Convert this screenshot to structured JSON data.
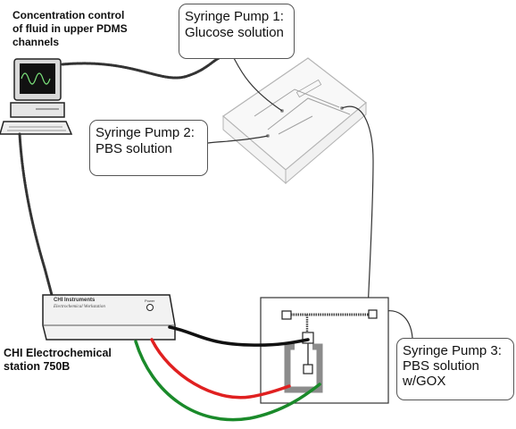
{
  "labels": {
    "concentration_control": [
      "Concentration control",
      "of fluid in upper PDMS",
      "channels"
    ],
    "chi_station": [
      "CHI Electrochemical",
      "station 750B"
    ]
  },
  "pumps": {
    "pump1": [
      "Syringe Pump 1:",
      "Glucose solution"
    ],
    "pump2": [
      "Syringe Pump 2:",
      "PBS solution"
    ],
    "pump3": [
      "Syringe Pump 3:",
      "PBS solution",
      "w/GOX"
    ]
  },
  "instrument": {
    "brand": "CHI Instruments",
    "subtitle": "Electrochemical Workstation",
    "power": "Power"
  },
  "colors": {
    "black_wire": "#111111",
    "red_wire": "#e02020",
    "green_wire": "#1a8a2a",
    "electrode_gray": "#8c8c8c"
  }
}
